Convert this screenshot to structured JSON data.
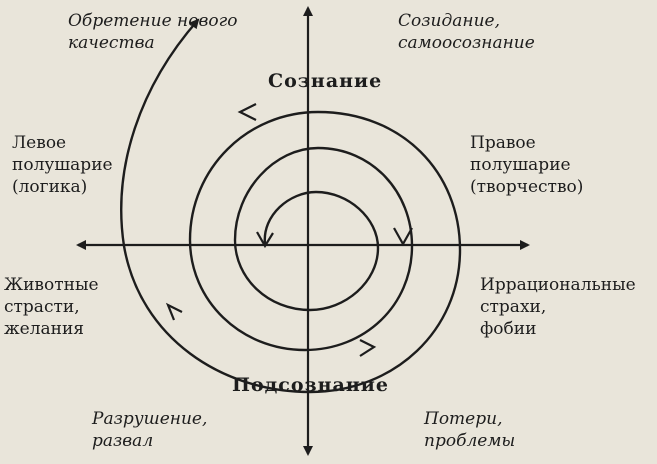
{
  "labels": {
    "top_left": "Обретение нового\nкачества",
    "top_right": "Созидание,\nсамоосознание",
    "consciousness": "Сознание",
    "left_hemisphere": "Левое\nполушарие\n(логика)",
    "right_hemisphere": "Правое\nполушарие\n(творчество)",
    "animal_passions": "Животные\nстрасти,\nжелания",
    "irrational_fears": "Иррациональные\nстрахи,\nфобии",
    "subconscious": "Подсознание",
    "bottom_left": "Разрушение,\nразвал",
    "bottom_right": "Потери,\nпроблемы"
  },
  "colors": {
    "ink": "#1d1d1d",
    "paper": "#e9e5da"
  }
}
